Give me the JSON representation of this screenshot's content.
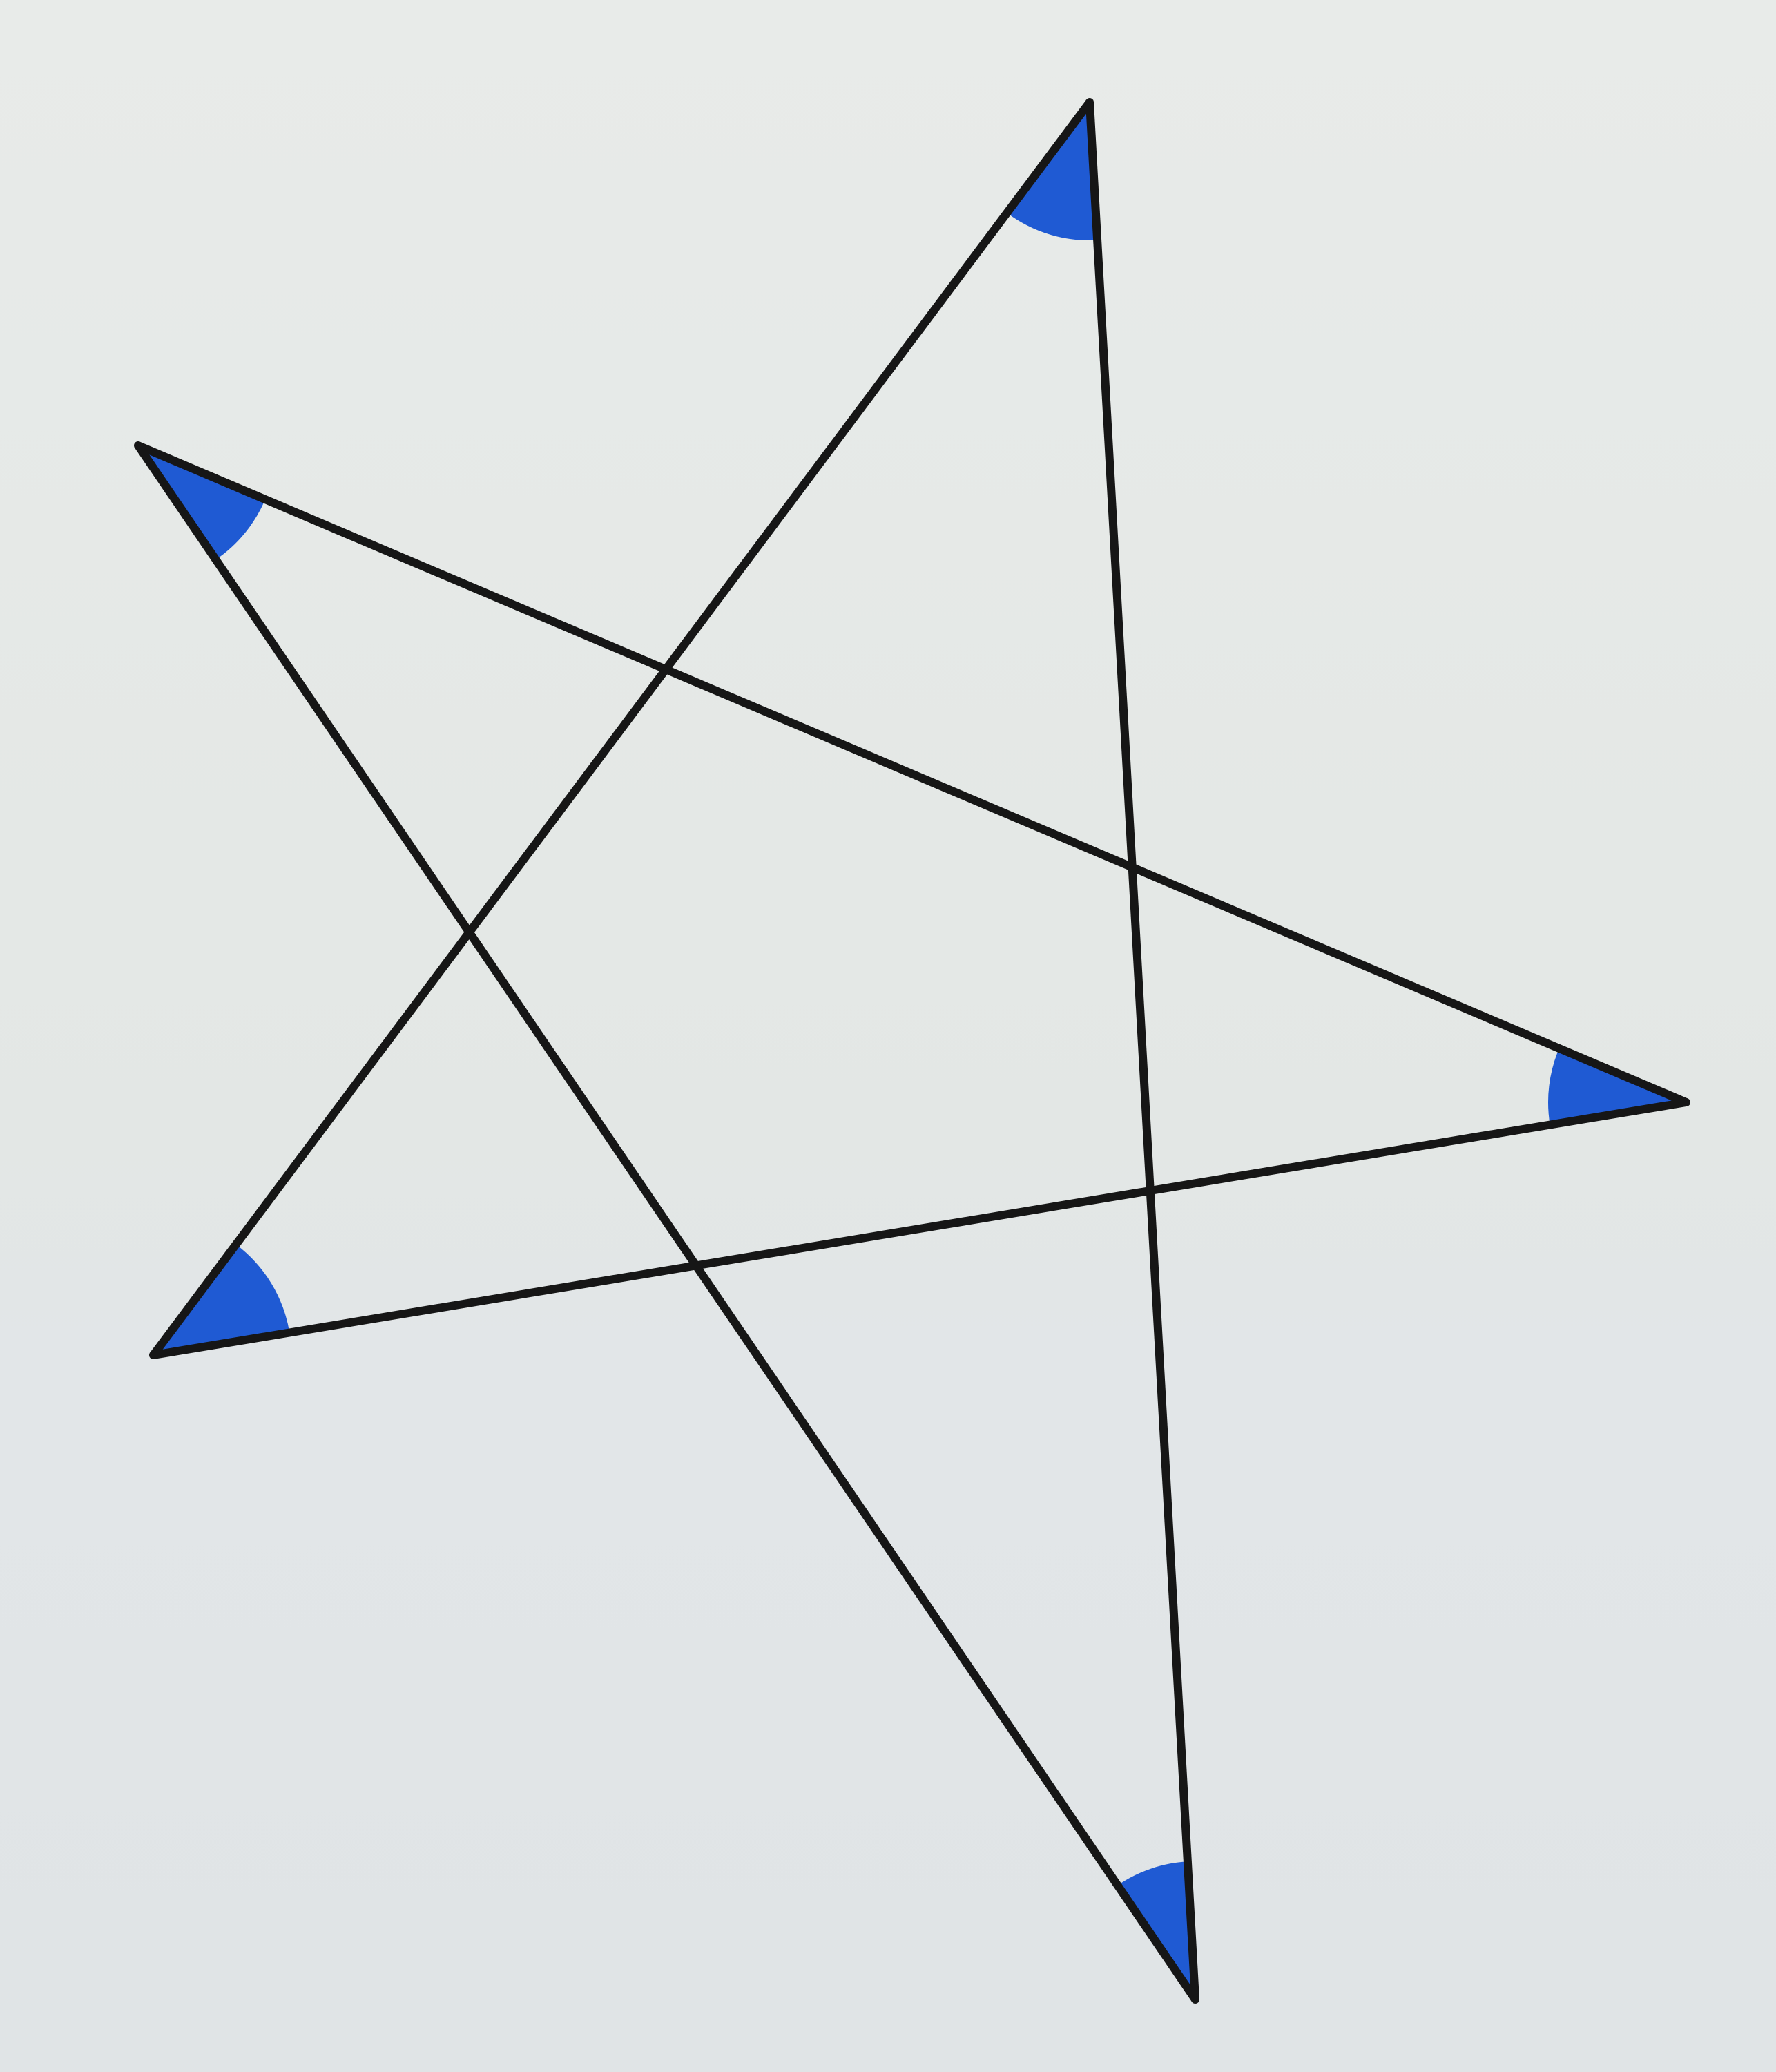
{
  "diagram": {
    "kind": "five-pointed star (pentagram) drawn with five straight segments",
    "colors": {
      "page": "#e6eae8",
      "page_lower": "#e1e5e7",
      "stroke": "#161616",
      "angle_marker": "#1f5ad3"
    },
    "vertices": [
      {
        "id": "top"
      },
      {
        "id": "left"
      },
      {
        "id": "right"
      },
      {
        "id": "bottom-left"
      },
      {
        "id": "bottom"
      }
    ],
    "segments": [
      {
        "id": "top-to-bottom-left",
        "from": "top",
        "to": "bottom-left"
      },
      {
        "id": "top-to-bottom",
        "from": "top",
        "to": "bottom"
      },
      {
        "id": "left-to-right",
        "from": "left",
        "to": "right"
      },
      {
        "id": "left-to-bottom",
        "from": "left",
        "to": "bottom"
      },
      {
        "id": "bottom-left-to-right",
        "from": "bottom-left",
        "to": "right"
      }
    ],
    "marked_angles": [
      "top",
      "left",
      "right",
      "bottom-left",
      "bottom"
    ]
  }
}
